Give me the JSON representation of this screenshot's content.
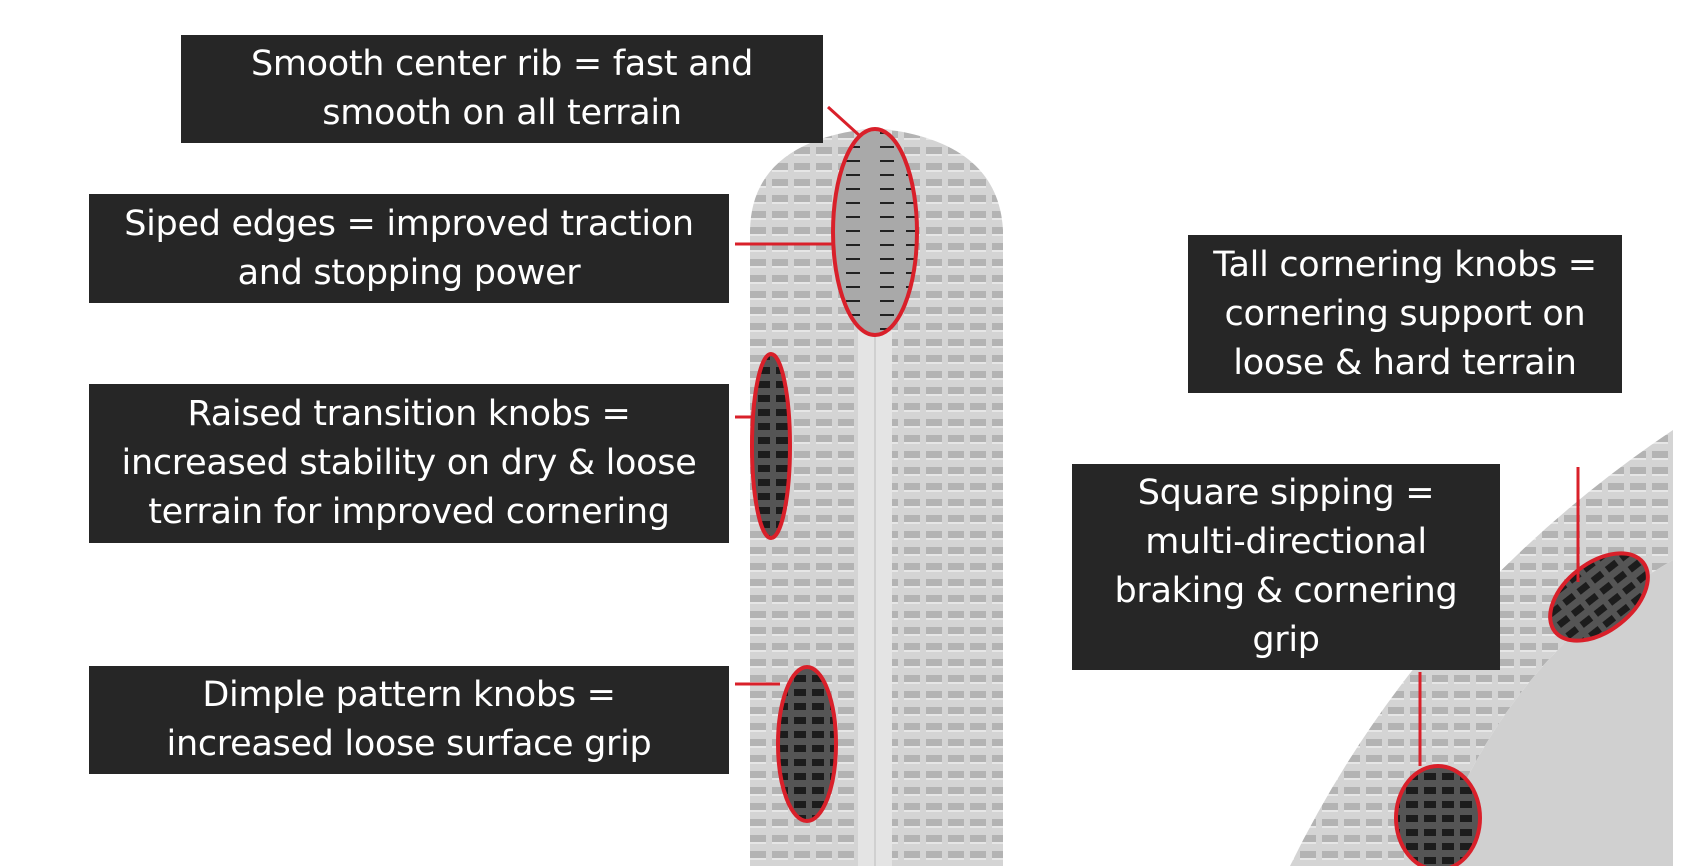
{
  "callouts": {
    "center_rib": {
      "lines": [
        "Smooth center rib = fast and",
        "smooth on all terrain"
      ]
    },
    "siped_edges": {
      "lines": [
        "Siped edges = improved traction",
        "and stopping power"
      ]
    },
    "transition_knobs": {
      "lines": [
        "Raised transition knobs =",
        "increased stability on dry & loose",
        "terrain for improved cornering"
      ]
    },
    "dimple_knobs": {
      "lines": [
        "Dimple pattern knobs =",
        "increased loose surface grip"
      ]
    },
    "cornering_knobs": {
      "lines": [
        "Tall cornering knobs =",
        "cornering support on",
        "loose & hard terrain"
      ]
    },
    "square_sipping": {
      "lines": [
        "Square sipping =",
        "multi-directional",
        "braking & cornering",
        "grip"
      ]
    }
  },
  "colors": {
    "highlight": "#d9202a",
    "box": "#262626",
    "tire": "#c8c8c8"
  }
}
